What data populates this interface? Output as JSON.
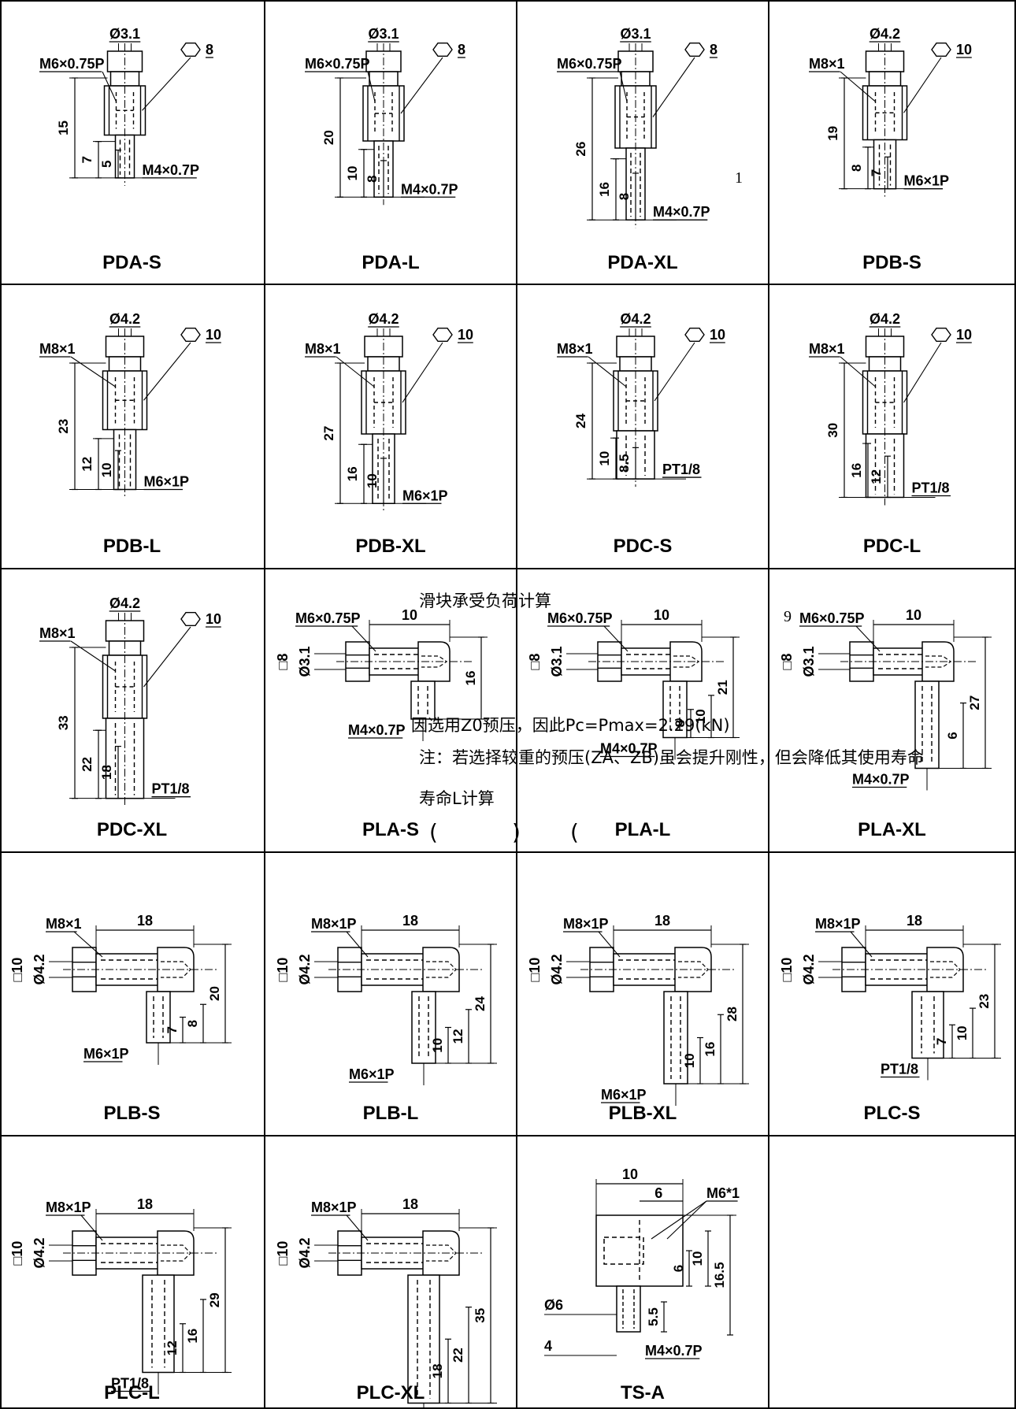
{
  "items": [
    {
      "title": "PDA-S",
      "type": "straight",
      "labels": {
        "top_dia": "Ø3.1",
        "thread_top": "M6×0.75P",
        "hex": "8",
        "thread_bot": "M4×0.7P",
        "dims": [
          "15",
          "7",
          "5"
        ]
      }
    },
    {
      "title": "PDA-L",
      "type": "straight",
      "labels": {
        "top_dia": "Ø3.1",
        "thread_top": "M6×0.75P",
        "hex": "8",
        "thread_bot": "M4×0.7P",
        "dims": [
          "20",
          "10",
          "8"
        ]
      }
    },
    {
      "title": "PDA-XL",
      "type": "straight",
      "labels": {
        "top_dia": "Ø3.1",
        "thread_top": "M6×0.75P",
        "hex": "8",
        "thread_bot": "M4×0.7P",
        "dims": [
          "26",
          "16",
          "8"
        ]
      },
      "stray": "1"
    },
    {
      "title": "PDB-S",
      "type": "straight",
      "labels": {
        "top_dia": "Ø4.2",
        "thread_top": "M8×1",
        "hex": "10",
        "thread_bot": "M6×1P",
        "dims": [
          "19",
          "8",
          "7"
        ]
      }
    },
    {
      "title": "PDB-L",
      "type": "straight",
      "labels": {
        "top_dia": "Ø4.2",
        "thread_top": "M8×1",
        "hex": "10",
        "thread_bot": "M6×1P",
        "dims": [
          "23",
          "12",
          "10"
        ]
      }
    },
    {
      "title": "PDB-XL",
      "type": "straight",
      "labels": {
        "top_dia": "Ø4.2",
        "thread_top": "M8×1",
        "hex": "10",
        "thread_bot": "M6×1P",
        "dims": [
          "27",
          "16",
          "10"
        ]
      }
    },
    {
      "title": "PDC-S",
      "type": "straight",
      "labels": {
        "top_dia": "Ø4.2",
        "thread_top": "M8×1",
        "hex": "10",
        "thread_bot": "PT1/8",
        "dims": [
          "24",
          "10",
          "8.5"
        ]
      }
    },
    {
      "title": "PDC-L",
      "type": "straight",
      "labels": {
        "top_dia": "Ø4.2",
        "thread_top": "M8×1",
        "hex": "10",
        "thread_bot": "PT1/8",
        "dims": [
          "30",
          "16",
          "12"
        ]
      }
    },
    {
      "title": "PDC-XL",
      "type": "straight",
      "labels": {
        "top_dia": "Ø4.2",
        "thread_top": "M8×1",
        "hex": "10",
        "thread_bot": "PT1/8",
        "dims": [
          "33",
          "22",
          "18"
        ]
      }
    },
    {
      "title": "PLA-S",
      "type": "elbow",
      "labels": {
        "thread_top": "M6×0.75P",
        "width": "10",
        "sq": "□8",
        "dia": "Ø3.1",
        "thread_bot": "M4×0.7P",
        "dims": [
          "16"
        ]
      }
    },
    {
      "title": "PLA-L",
      "type": "elbow",
      "labels": {
        "thread_top": "M6×0.75P",
        "width": "10",
        "sq": "□8",
        "dia": "Ø3.1",
        "thread_bot": "M4×0.7P",
        "dims": [
          "21",
          "10",
          "8"
        ]
      }
    },
    {
      "title": "PLA-XL",
      "type": "elbow",
      "labels": {
        "thread_top": "M6×0.75P",
        "width": "10",
        "sq": "□8",
        "dia": "Ø3.1",
        "thread_bot": "M4×0.7P",
        "dims": [
          "27",
          "6"
        ]
      },
      "stray": "9"
    },
    {
      "title": "PLB-S",
      "type": "elbow",
      "labels": {
        "thread_top": "M8×1",
        "width": "18",
        "sq": "□10",
        "dia": "Ø4.2",
        "thread_bot": "M6×1P",
        "dims": [
          "20",
          "8",
          "7"
        ]
      }
    },
    {
      "title": "PLB-L",
      "type": "elbow",
      "labels": {
        "thread_top": "M8×1P",
        "width": "18",
        "sq": "□10",
        "dia": "Ø4.2",
        "thread_bot": "M6×1P",
        "dims": [
          "24",
          "12",
          "10"
        ]
      }
    },
    {
      "title": "PLB-XL",
      "type": "elbow",
      "labels": {
        "thread_top": "M8×1P",
        "width": "18",
        "sq": "□10",
        "dia": "Ø4.2",
        "thread_bot": "M6×1P",
        "dims": [
          "28",
          "16",
          "10"
        ]
      }
    },
    {
      "title": "PLC-S",
      "type": "elbow",
      "labels": {
        "thread_top": "M8×1P",
        "width": "18",
        "sq": "□10",
        "dia": "Ø4.2",
        "thread_bot": "PT1/8",
        "dims": [
          "23",
          "10",
          "7"
        ]
      }
    },
    {
      "title": "PLC-L",
      "type": "elbow",
      "labels": {
        "thread_top": "M8×1P",
        "width": "18",
        "sq": "□10",
        "dia": "Ø4.2",
        "thread_bot": "PT1/8",
        "dims": [
          "29",
          "16",
          "12"
        ]
      }
    },
    {
      "title": "PLC-XL",
      "type": "elbow",
      "labels": {
        "thread_top": "M8×1P",
        "width": "18",
        "sq": "□10",
        "dia": "Ø4.2",
        "thread_bot": "PT1/8",
        "dims": [
          "35",
          "22",
          "18"
        ]
      }
    },
    {
      "title": "TS-A",
      "type": "tsa",
      "labels": {
        "w1": "10",
        "w2": "6",
        "thread_top": "M6*1",
        "dia": "Ø6",
        "w3": "4",
        "thread_bot": "M4×0.7P",
        "dims": [
          "16.5",
          "10",
          "6",
          "5.5"
        ]
      }
    },
    {
      "title": "",
      "type": "empty",
      "labels": {}
    }
  ],
  "overlay": {
    "line1": "滑块承受负荷计算",
    "line2": "因选用Z0预压，因此Pc=Pmax=2.29(kN)",
    "line3": "注：若选择较重的预压(ZA、ZB)虽会提升刚性，但会降低其使用寿命",
    "line4": "寿命L计算",
    "paren_left_open": "(",
    "paren_left_close": ")",
    "paren_right_open": "("
  }
}
